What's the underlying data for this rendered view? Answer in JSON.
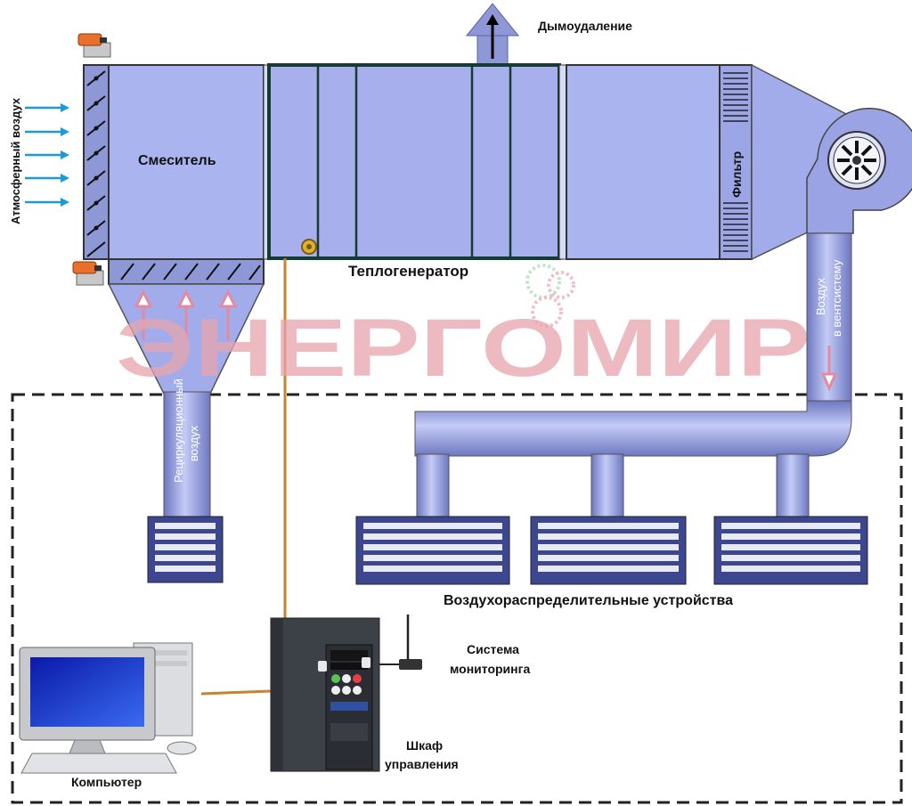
{
  "labels": {
    "smoke": "Дымоудаление",
    "atmospheric_air": "Атмосферный воздух",
    "mixer": "Смеситель",
    "heat_generator": "Теплогенератор",
    "filter": "Фильтр",
    "air_to_vent_1": "Воздух",
    "air_to_vent_2": "в вентсистему",
    "recirc_1": "Рециркуляционный",
    "recirc_2": "воздух",
    "distributors": "Воздухораспределительные устройства",
    "monitoring_1": "Система",
    "monitoring_2": "мониторинга",
    "cabinet_1": "Шкаф",
    "cabinet_2": "управления",
    "computer": "Компьютер"
  },
  "watermark": "ЭНЕРГОМИР",
  "colors": {
    "duct_fill": "#aab4ee",
    "duct_dark": "#7a84c8",
    "heater_border": "#143c32",
    "arrow_blue": "#1a9ad6",
    "watermark": "#e8a4ae",
    "dashed_border": "#222222",
    "cable": "#c8842a"
  },
  "icons": [
    "damper-actuator-icon",
    "fan-icon",
    "computer-icon",
    "control-cabinet-icon",
    "antenna-icon",
    "air-grille-icon"
  ]
}
